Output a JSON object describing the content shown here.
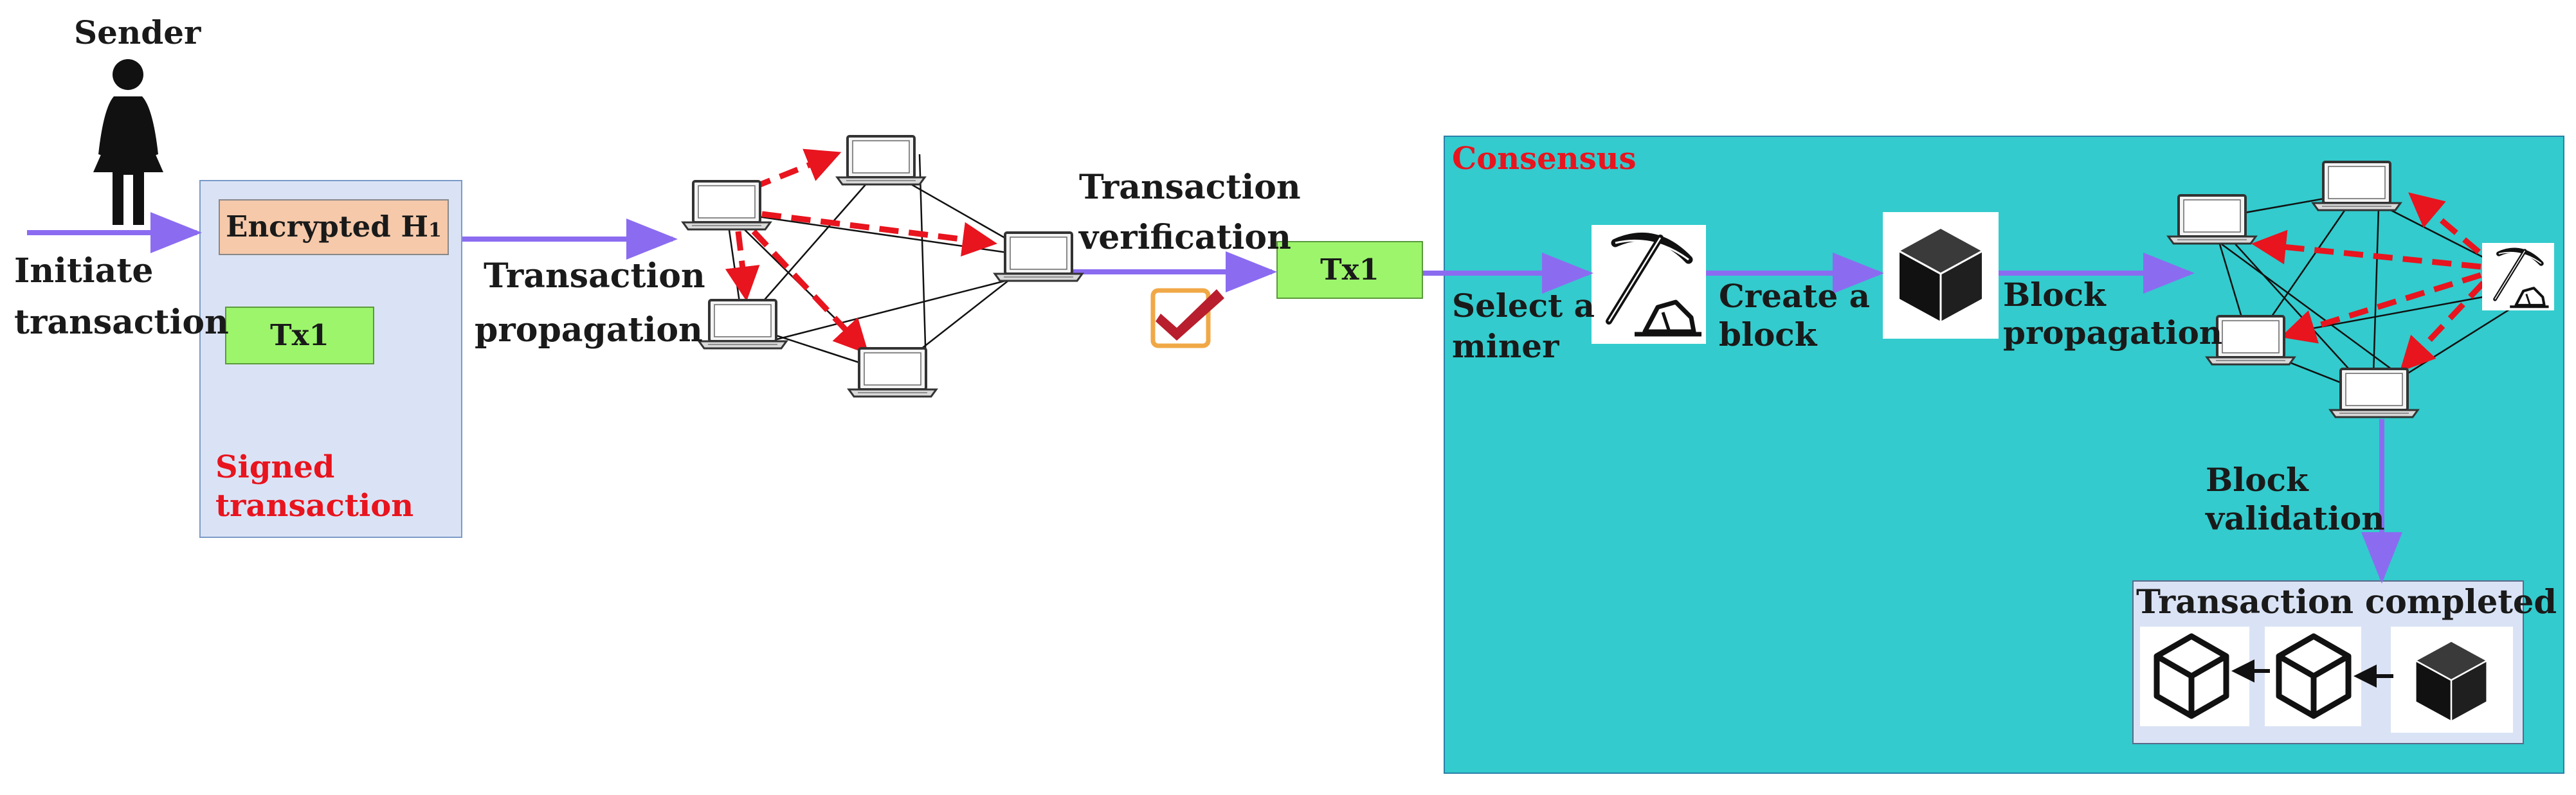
{
  "sender": {
    "label": "Sender"
  },
  "initiate": {
    "label_line1": "Initiate",
    "label_line2": "transaction"
  },
  "signed_box": {
    "encrypted_label": "Encrypted H",
    "encrypted_subscript": "1",
    "tx_label": "Tx1",
    "caption_line1": "Signed",
    "caption_line2": "transaction"
  },
  "propagation": {
    "label_line1": "Transaction",
    "label_line2": "propagation"
  },
  "verification": {
    "label_line1": "Transaction",
    "label_line2": "verification"
  },
  "verified_tx": {
    "label": "Tx1"
  },
  "consensus": {
    "title": "Consensus",
    "select_miner_line1": "Select a",
    "select_miner_line2": "miner",
    "create_block_line1": "Create a",
    "create_block_line2": "block",
    "block_propagation_line1": "Block",
    "block_propagation_line2": "propagation",
    "block_validation_line1": "Block",
    "block_validation_line2": "validation",
    "completed_title": "Transaction completed"
  },
  "colors": {
    "arrow": "#8b6cf0",
    "consensus_bg": "#33cbcd",
    "signed_bg": "#dae3f5",
    "encrypted_bg": "#f6c9aa",
    "tx_bg": "#9cf56b",
    "dashed": "#e8141e",
    "check_frame": "#f0a847",
    "check_mark": "#b81e2d"
  },
  "icons": [
    "person-icon",
    "laptop-icon",
    "checkbox-icon",
    "pickaxe-icon",
    "block-cube-icon",
    "outline-cube-icon",
    "arrow-icon"
  ]
}
